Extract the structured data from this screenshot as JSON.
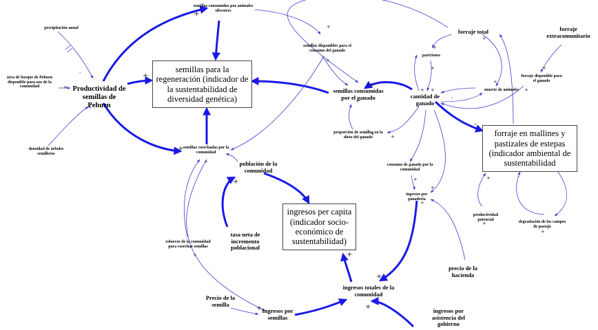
{
  "nodes": {
    "semillas_animales": "semillas consumidas por animales silvestres",
    "precipitacion": "precipitación anual",
    "semillas_disponibles": "semillas disponibles para el consumo del ganado",
    "forraje_total": "forraje total",
    "forraje_extra": "forraje extracomunitario",
    "pariciones": "pariciones",
    "semillas_regeneracion": "semillas para la regeneración (indicador de la sustentabilidad de diversidad genética)",
    "area_bosque": "área de bosque de Pehuen disponible para uso de la comunidad",
    "productividad_semillas": "Productividad de semillas de Pehuen",
    "semillas_consumidas_ganado": "semillas consumidas por el ganado",
    "cantidad_ganado": "cantidad de ganado",
    "muerte_animales": "muerte de animales",
    "forraje_disponible": "forraje disponible para el ganado",
    "proporcion_semillas": "proporción de semillas en la dieta del ganado",
    "densidad_arboles": "densidad de árboles semilleros",
    "semillas_cosechadas": "semillas cosechadas por la comunidad",
    "forraje_mallines": "forraje en mallines y pastizales de estepas (indicador ambiental de sustentabilidad",
    "poblacion": "población de la comunidad",
    "consumo_ganado": "consumo de ganado por la comunidad",
    "ingresos_ganaderia": "ingresos por ganadería",
    "tasa_neta": "tasa neta de incremento poblacional",
    "ingresos_per_capita": "ingresos per capita (indicador socio-económico de sustentabilidad)",
    "productividad_potencial": "productividad potencial",
    "degradacion": "degradación de los campos de pastaje",
    "esfuerzo": "esfuerzo de la comunidad para cosechar semillas",
    "precio_hacienda": "precio de la hacienda",
    "precio_semilla": "Precio de la semilla",
    "ingresos_semillas": "Ingresos por semillas",
    "ingresos_totales": "ingresos totales de la comunidad",
    "ingresos_asistencia": "ingresos por asistencia del gobierno"
  },
  "polarities": {
    "p1": "+",
    "p2": "-",
    "p3": "+",
    "p4": "-",
    "p5": "+",
    "p6": "+",
    "p7": "+",
    "p8": "-",
    "p9": "+",
    "p10": "+",
    "p11": "+",
    "p12": "+",
    "p13": "+",
    "p14": "+",
    "p15": "+",
    "p16": "+",
    "p17": "-",
    "p18": "-",
    "p19": "+",
    "p20": "+",
    "p21": "+",
    "p22": "+",
    "p23": "+",
    "p24": "+",
    "p25": "+",
    "p26": "+",
    "p27": "+",
    "p28": "+",
    "p29": "+",
    "p30": "+",
    "p31": "+",
    "p32": "+",
    "p33": "+",
    "p34": "+",
    "p35": "+",
    "p36": "-",
    "p37": "+",
    "p38": "+"
  },
  "colors": {
    "thin_arrow": "#3c3cd2",
    "thick_arrow": "#1919e6",
    "box_border": "#444444"
  }
}
